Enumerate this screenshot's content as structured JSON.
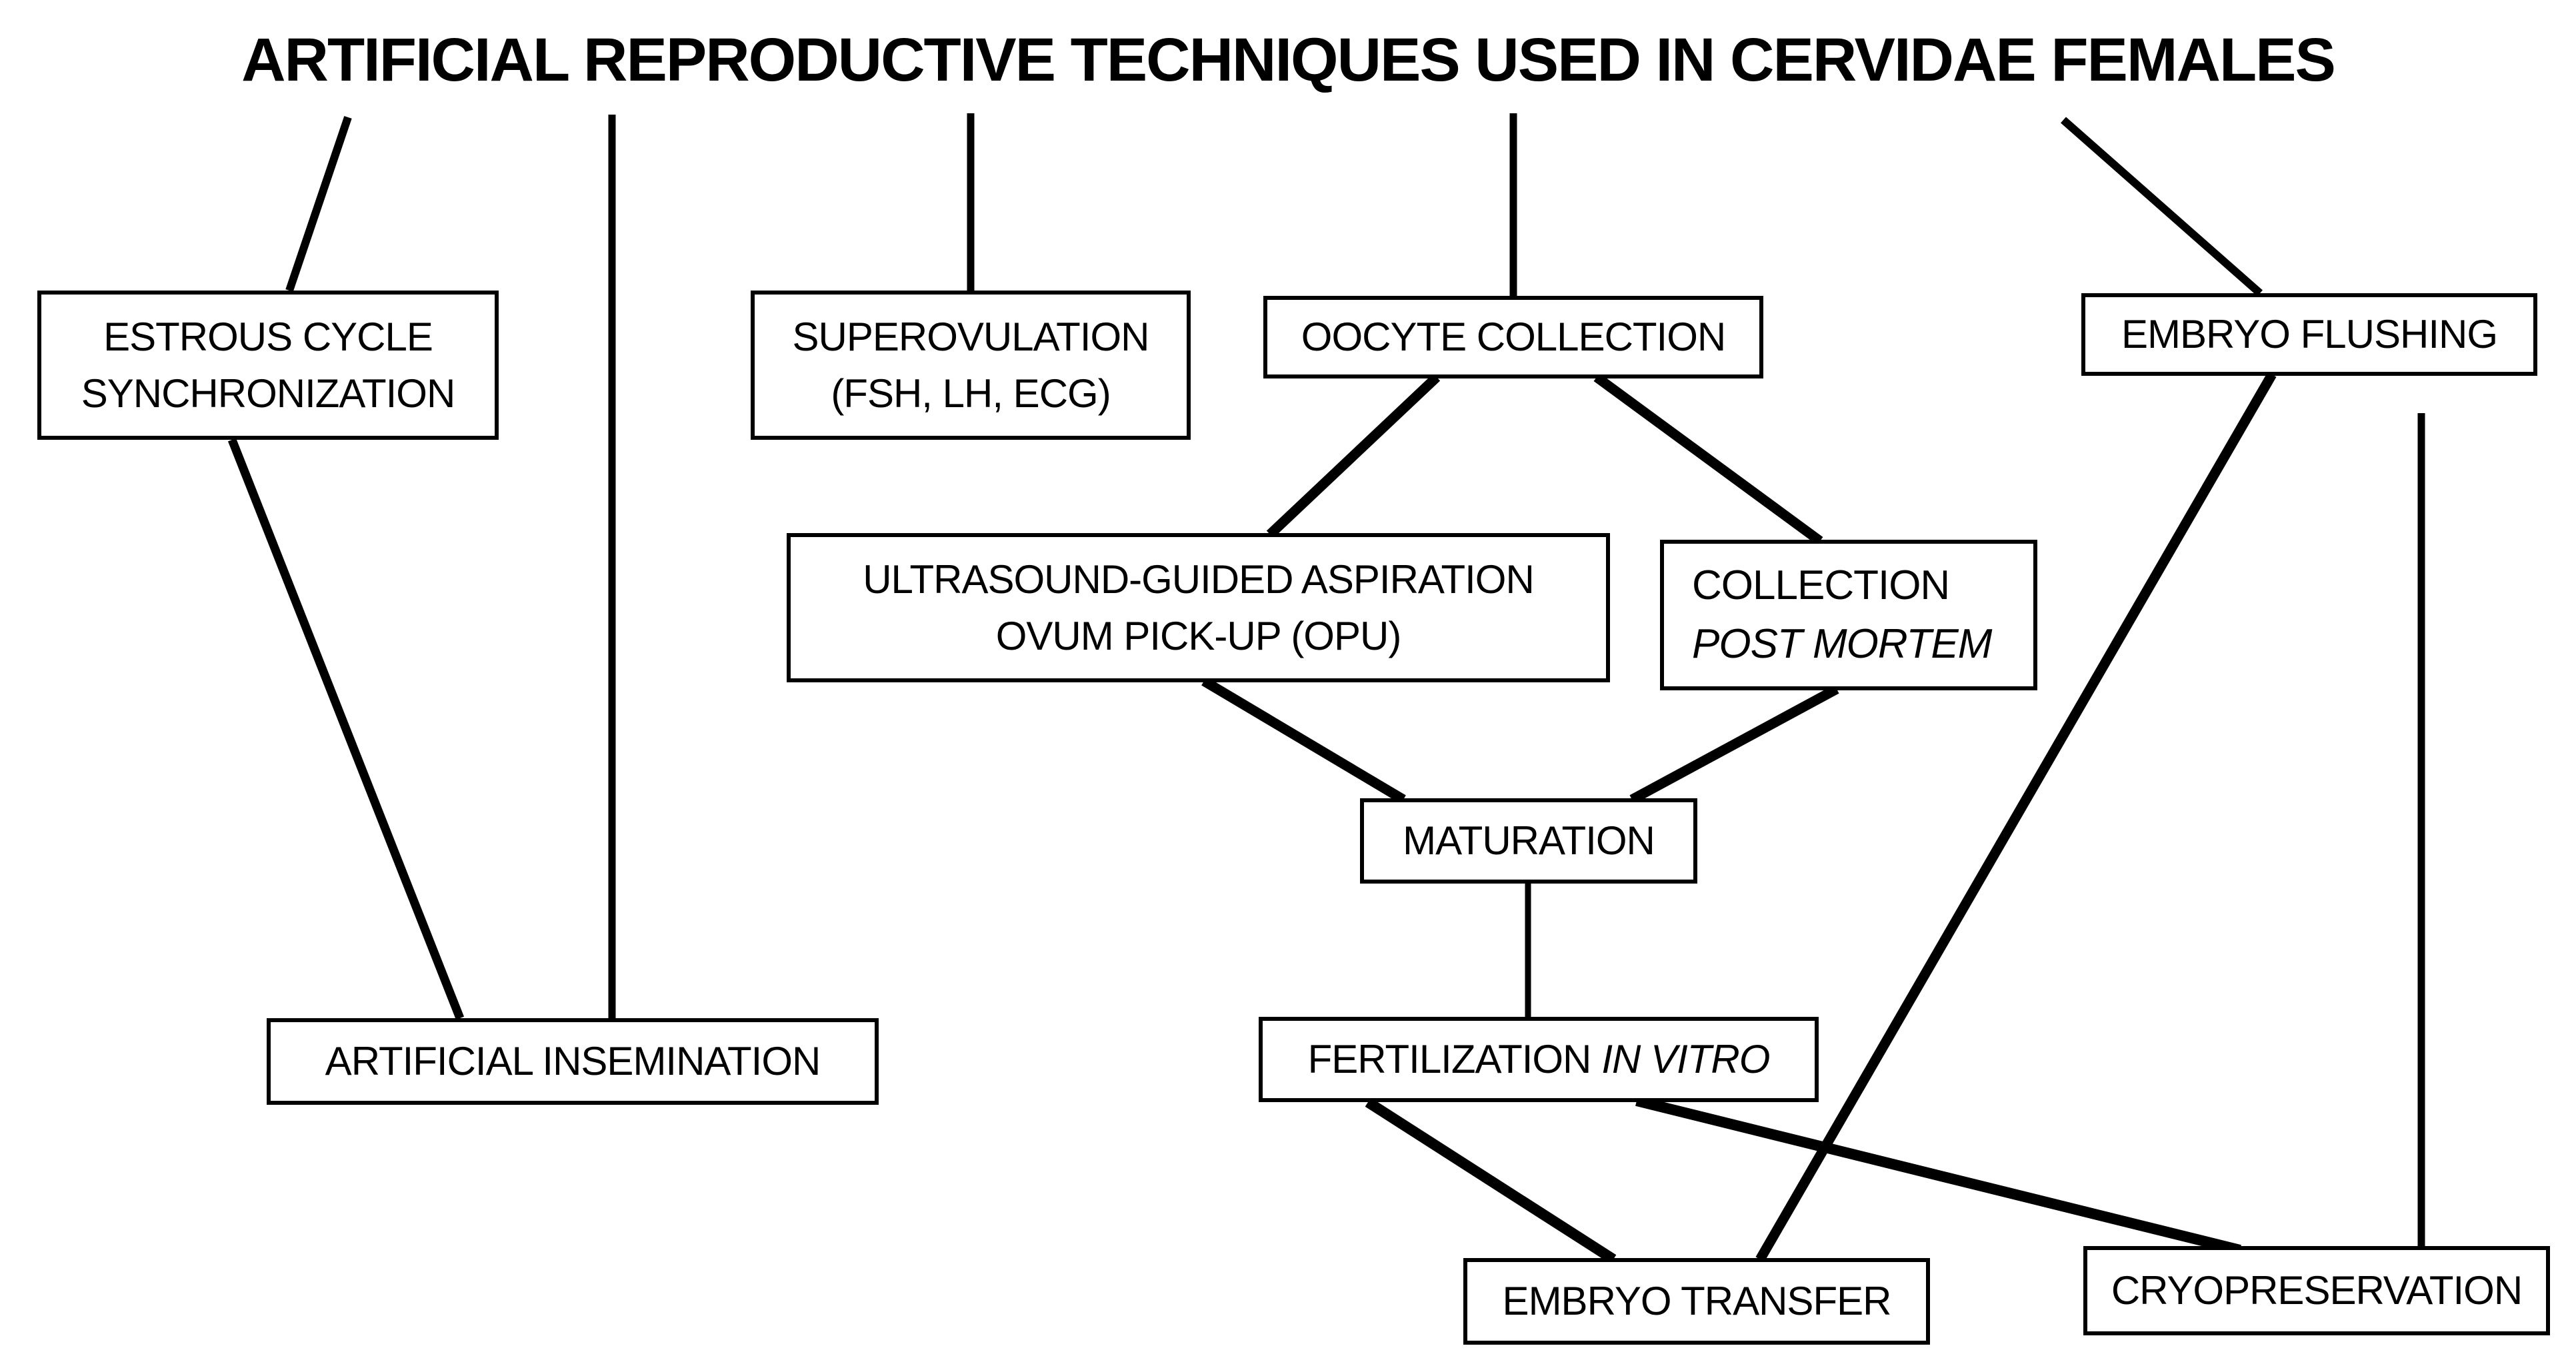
{
  "title": "ARTIFICIAL REPRODUCTIVE TECHNIQUES USED IN CERVIDAE FEMALES",
  "nodes": {
    "estrous": {
      "line1": "ESTROUS CYCLE",
      "line2": "SYNCHRONIZATION"
    },
    "superovulation": {
      "line1": "SUPEROVULATION",
      "line2": "(FSH, LH, ECG)"
    },
    "oocyte": {
      "label": "OOCYTE COLLECTION"
    },
    "embryo_flushing": {
      "label": "EMBRYO FLUSHING"
    },
    "opu": {
      "line1": "ULTRASOUND-GUIDED ASPIRATION",
      "line2": "OVUM PICK-UP (OPU)"
    },
    "collection_post_mortem": {
      "line1": "COLLECTION",
      "line2_italic": "POST MORTEM"
    },
    "maturation": {
      "label": "MATURATION"
    },
    "artificial_insemination": {
      "label": "ARTIFICIAL INSEMINATION"
    },
    "fertilization_in_vitro": {
      "text": "FERTILIZATION",
      "italic": "IN VITRO"
    },
    "embryo_transfer": {
      "label": "EMBRYO TRANSFER"
    },
    "cryopreservation": {
      "label": "CRYOPRESERVATION"
    }
  },
  "edges": [
    {
      "from": "title",
      "to": "estrous"
    },
    {
      "from": "title",
      "to": "artificial_insemination"
    },
    {
      "from": "title",
      "to": "superovulation"
    },
    {
      "from": "title",
      "to": "oocyte"
    },
    {
      "from": "title",
      "to": "embryo_flushing"
    },
    {
      "from": "estrous",
      "to": "artificial_insemination"
    },
    {
      "from": "oocyte",
      "to": "opu"
    },
    {
      "from": "oocyte",
      "to": "collection_post_mortem"
    },
    {
      "from": "opu",
      "to": "maturation"
    },
    {
      "from": "collection_post_mortem",
      "to": "maturation"
    },
    {
      "from": "maturation",
      "to": "fertilization_in_vitro"
    },
    {
      "from": "fertilization_in_vitro",
      "to": "embryo_transfer"
    },
    {
      "from": "fertilization_in_vitro",
      "to": "cryopreservation"
    },
    {
      "from": "embryo_flushing",
      "to": "embryo_transfer"
    },
    {
      "from": "embryo_flushing",
      "to": "cryopreservation"
    }
  ],
  "colors": {
    "background": "#ffffff",
    "line": "#000000",
    "box_border": "#000000",
    "text": "#000000"
  }
}
